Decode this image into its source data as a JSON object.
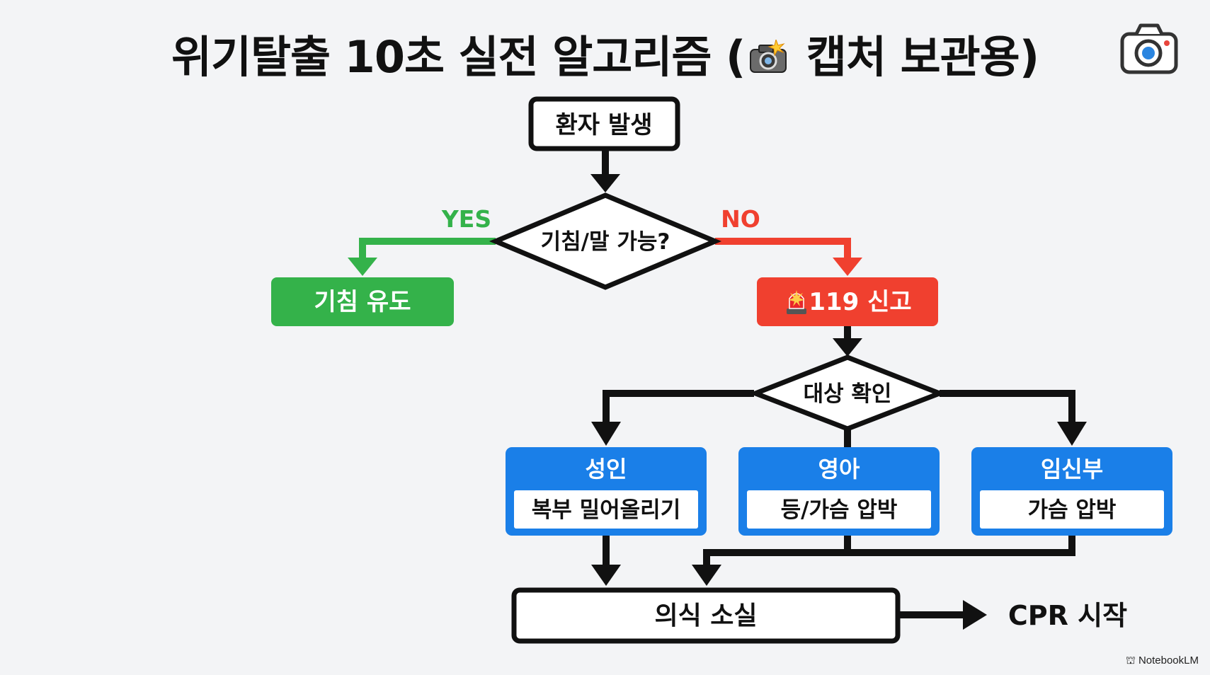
{
  "title": {
    "before": "위기탈출 10초 실전 알고리즘 (",
    "after": " 캡처 보관용)"
  },
  "icons": {
    "title_emoji": "camera-flash-icon",
    "corner": "camera-icon",
    "siren": "siren-icon"
  },
  "colors": {
    "yes": "#34b24a",
    "no": "#f0402f",
    "blue": "#1a7fe8",
    "stroke": "#111111",
    "background": "#f3f4f6"
  },
  "flow": {
    "start": "환자 발생",
    "decision1": "기침/말 가능?",
    "yes_label": "YES",
    "no_label": "NO",
    "yes_action": "기침 유도",
    "no_action": "119 신고",
    "decision2": "대상 확인",
    "targets": [
      {
        "name": "성인",
        "action": "복부 밀어올리기"
      },
      {
        "name": "영아",
        "action": "등/가슴 압박"
      },
      {
        "name": "임신부",
        "action": "가슴 압박"
      }
    ],
    "unconscious": "의식 소실",
    "final": "CPR 시작"
  },
  "watermark": "NotebookLM"
}
